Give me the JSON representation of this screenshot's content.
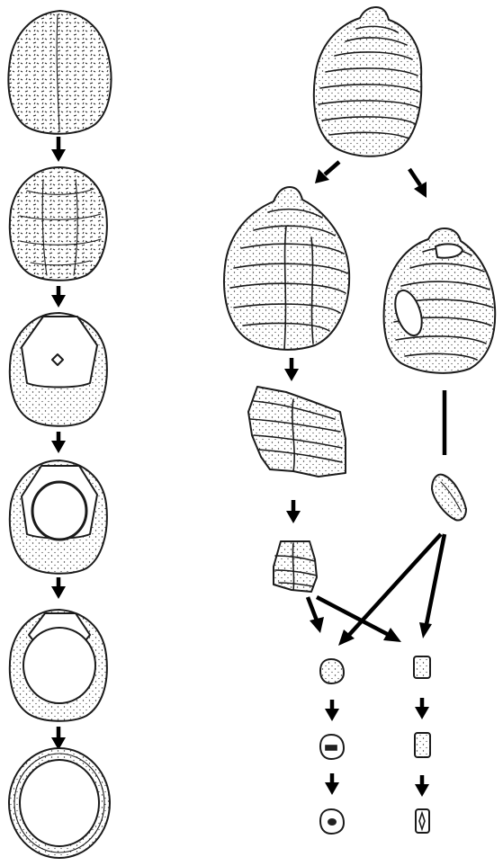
{
  "figure": {
    "background": "#ffffff",
    "ink": "#1a1a1a",
    "left_sequence": {
      "stages": [
        {
          "name": "whole-shell-stage-1"
        },
        {
          "name": "shell-worked-surface-stage-2"
        },
        {
          "name": "shell-perforated-stage-3"
        },
        {
          "name": "shell-opened-stage-4"
        },
        {
          "name": "ring-blank-stage-5"
        },
        {
          "name": "finished-ring-stage-6"
        }
      ],
      "arrows": 5
    },
    "right_sequence": {
      "source": "whole-shell",
      "branches": [
        {
          "name": "fragmented-shell-branch",
          "steps": [
            "intact-shell",
            "shell-fragment",
            "small-fragment"
          ]
        },
        {
          "name": "drilled-shell-branch",
          "steps": [
            "holed-shell",
            "disc-blank"
          ]
        }
      ],
      "outputs": [
        {
          "name": "round-bead-column",
          "steps": [
            "bead-blank",
            "perforated-bead",
            "finished-bead"
          ]
        },
        {
          "name": "square-bead-column",
          "steps": [
            "bead-blank",
            "perforated-bead",
            "finished-bead"
          ]
        }
      ]
    }
  }
}
